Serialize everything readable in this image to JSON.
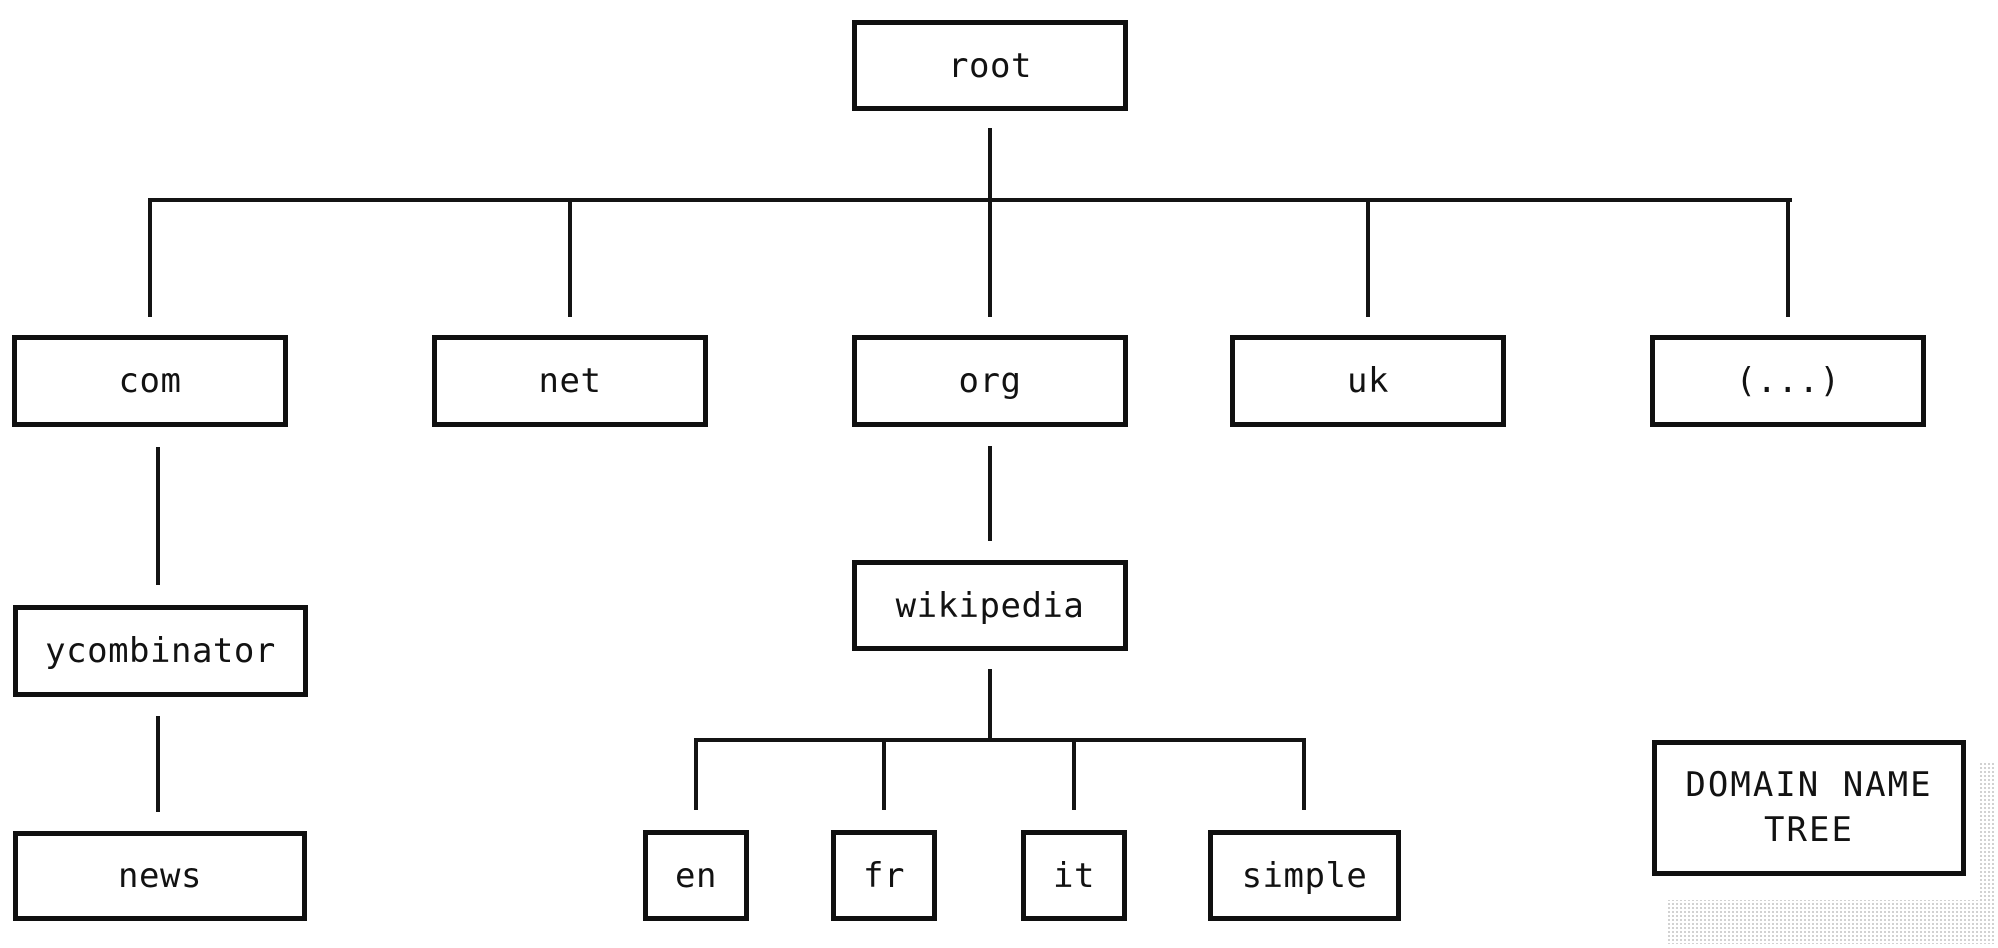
{
  "diagram": {
    "kind": "domain-name-tree",
    "title": "DOMAIN NAME TREE",
    "caption": {
      "line1": "DOMAIN NAME",
      "line2": "TREE"
    },
    "nodes": {
      "root": {
        "label": "root"
      },
      "com": {
        "label": "com"
      },
      "net": {
        "label": "net"
      },
      "org": {
        "label": "org"
      },
      "uk": {
        "label": "uk"
      },
      "other": {
        "label": "(...)"
      },
      "ycombinator": {
        "label": "ycombinator"
      },
      "wikipedia": {
        "label": "wikipedia"
      },
      "news": {
        "label": "news"
      },
      "en": {
        "label": "en"
      },
      "fr": {
        "label": "fr"
      },
      "it": {
        "label": "it"
      },
      "simple": {
        "label": "simple"
      }
    },
    "tree": {
      "root": [
        "com",
        "net",
        "org",
        "uk",
        "(...)"
      ],
      "com": [
        "ycombinator"
      ],
      "ycombinator": [
        "news"
      ],
      "org": [
        "wikipedia"
      ],
      "wikipedia": [
        "en",
        "fr",
        "it",
        "simple"
      ]
    },
    "colors": {
      "line": "#141414",
      "box_border": "#101010",
      "background": "#ffffff",
      "halftone_dot": "#d2d2d2"
    }
  }
}
